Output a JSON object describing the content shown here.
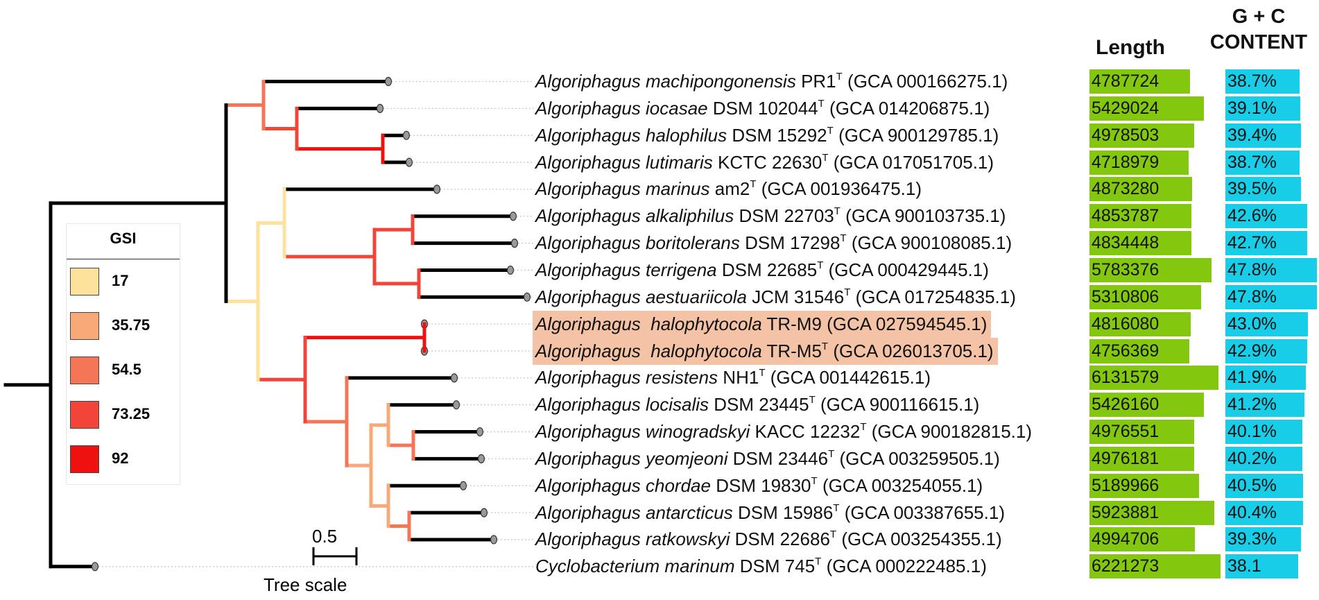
{
  "headers": {
    "length": "Length",
    "gc_line1": "G + C",
    "gc_line2": "CONTENT"
  },
  "legend": {
    "title": "GSI",
    "items": [
      {
        "label": "17",
        "color": "#fde29c"
      },
      {
        "label": "35.75",
        "color": "#f9a877"
      },
      {
        "label": "54.5",
        "color": "#f57657"
      },
      {
        "label": "73.25",
        "color": "#f24439"
      },
      {
        "label": "92",
        "color": "#ef1010"
      }
    ]
  },
  "scale": {
    "value": "0.5",
    "caption": "Tree scale"
  },
  "colors": {
    "length_bar": "#84c70f",
    "gc_bar": "#17cde8",
    "highlight": "#f4c2a4",
    "branch": "#000000"
  },
  "taxa": [
    {
      "genus": "Algoriphagus",
      "species": "machipongonensis",
      "strain": "PR1",
      "type": true,
      "accession": "(GCA 000166275.1)",
      "length": "4787724",
      "length_value": 4787724,
      "gc": "38.7%",
      "gc_value": 38.7,
      "highlight": false
    },
    {
      "genus": "Algoriphagus",
      "species": "iocasae",
      "strain": "DSM 102044",
      "type": true,
      "accession": "(GCA 014206875.1)",
      "length": "5429024",
      "length_value": 5429024,
      "gc": "39.1%",
      "gc_value": 39.1,
      "highlight": false
    },
    {
      "genus": "Algoriphagus",
      "species": "halophilus",
      "strain": "DSM 15292",
      "type": true,
      "accession": "(GCA 900129785.1)",
      "length": "4978503",
      "length_value": 4978503,
      "gc": "39.4%",
      "gc_value": 39.4,
      "highlight": false
    },
    {
      "genus": "Algoriphagus",
      "species": "lutimaris",
      "strain": "KCTC 22630",
      "type": true,
      "accession": "(GCA 017051705.1)",
      "length": "4718979",
      "length_value": 4718979,
      "gc": "38.7%",
      "gc_value": 38.7,
      "highlight": false
    },
    {
      "genus": "Algoriphagus",
      "species": "marinus",
      "strain": "am2",
      "type": true,
      "accession": "(GCA 001936475.1)",
      "length": "4873280",
      "length_value": 4873280,
      "gc": "39.5%",
      "gc_value": 39.5,
      "highlight": false
    },
    {
      "genus": "Algoriphagus",
      "species": "alkaliphilus",
      "strain": "DSM 22703",
      "type": true,
      "accession": "(GCA 900103735.1)",
      "length": "4853787",
      "length_value": 4853787,
      "gc": "42.6%",
      "gc_value": 42.6,
      "highlight": false
    },
    {
      "genus": "Algoriphagus",
      "species": "boritolerans",
      "strain": "DSM 17298",
      "type": true,
      "accession": "(GCA 900108085.1)",
      "length": "4834448",
      "length_value": 4834448,
      "gc": "42.7%",
      "gc_value": 42.7,
      "highlight": false
    },
    {
      "genus": "Algoriphagus",
      "species": "terrigena",
      "strain": "DSM 22685",
      "type": true,
      "accession": "(GCA 000429445.1)",
      "length": "5783376",
      "length_value": 5783376,
      "gc": "47.8%",
      "gc_value": 47.8,
      "highlight": false
    },
    {
      "genus": "Algoriphagus",
      "species": "aestuariicola",
      "strain": "JCM 31546",
      "type": true,
      "accession": "(GCA 017254835.1)",
      "length": "5310806",
      "length_value": 5310806,
      "gc": "47.8%",
      "gc_value": 47.8,
      "highlight": false
    },
    {
      "genus": "Algoriphagus",
      "species": "halophytocola",
      "strain": "TR-M9",
      "type": false,
      "accession": "(GCA 027594545.1)",
      "length": "4816080",
      "length_value": 4816080,
      "gc": "43.0%",
      "gc_value": 43.0,
      "highlight": true
    },
    {
      "genus": "Algoriphagus",
      "species": "halophytocola",
      "strain": "TR-M5",
      "type": true,
      "accession": "(GCA 026013705.1)",
      "length": "4756369",
      "length_value": 4756369,
      "gc": "42.9%",
      "gc_value": 42.9,
      "highlight": true
    },
    {
      "genus": "Algoriphagus",
      "species": "resistens",
      "strain": "NH1",
      "type": true,
      "accession": "(GCA 001442615.1)",
      "length": "6131579",
      "length_value": 6131579,
      "gc": "41.9%",
      "gc_value": 41.9,
      "highlight": false
    },
    {
      "genus": "Algoriphagus",
      "species": "locisalis",
      "strain": "DSM 23445",
      "type": true,
      "accession": "(GCA 900116615.1)",
      "length": "5426160",
      "length_value": 5426160,
      "gc": "41.2%",
      "gc_value": 41.2,
      "highlight": false
    },
    {
      "genus": "Algoriphagus",
      "species": "winogradskyi",
      "strain": "KACC 12232",
      "type": true,
      "accession": "(GCA 900182815.1)",
      "length": "4976551",
      "length_value": 4976551,
      "gc": "40.1%",
      "gc_value": 40.1,
      "highlight": false
    },
    {
      "genus": "Algoriphagus",
      "species": "yeomjeoni",
      "strain": "DSM 23446",
      "type": true,
      "accession": "(GCA 003259505.1)",
      "length": "4976181",
      "length_value": 4976181,
      "gc": "40.2%",
      "gc_value": 40.2,
      "highlight": false
    },
    {
      "genus": "Algoriphagus",
      "species": "chordae",
      "strain": "DSM 19830",
      "type": true,
      "accession": "(GCA 003254055.1)",
      "length": "5189966",
      "length_value": 5189966,
      "gc": "40.5%",
      "gc_value": 40.5,
      "highlight": false
    },
    {
      "genus": "Algoriphagus",
      "species": "antarcticus",
      "strain": "DSM 15986",
      "type": true,
      "accession": "(GCA 003387655.1)",
      "length": "5923881",
      "length_value": 5923881,
      "gc": "40.4%",
      "gc_value": 40.4,
      "highlight": false
    },
    {
      "genus": "Algoriphagus",
      "species": "ratkowskyi",
      "strain": "DSM 22686",
      "type": true,
      "accession": "(GCA 003254355.1)",
      "length": "4994706",
      "length_value": 4994706,
      "gc": "39.3%",
      "gc_value": 39.3,
      "highlight": false
    },
    {
      "genus": "Cyclobacterium",
      "species": "marinum",
      "strain": "DSM 745",
      "type": true,
      "accession": "(GCA 000222485.1)",
      "length": "6221273",
      "length_value": 6221273,
      "gc": "38.1",
      "gc_value": 38.1,
      "highlight": false
    }
  ]
}
